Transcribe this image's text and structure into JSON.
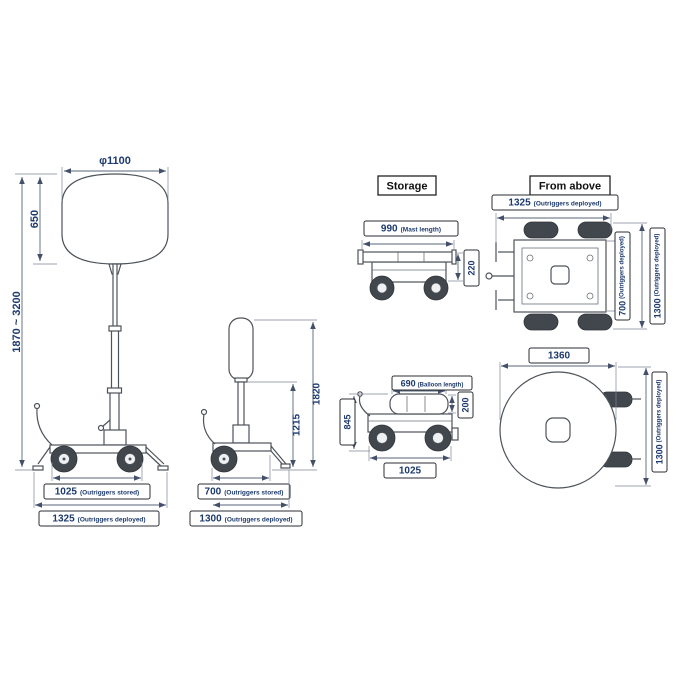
{
  "colors": {
    "dimension_text": "#1d3a6e",
    "drawing_line": "#4d535a",
    "wheel_fill": "#41474d",
    "title_text": "#111111",
    "background": "#ffffff"
  },
  "front_view": {
    "balloon_diameter": "φ1100",
    "balloon_height": "650",
    "overall_height": "1870 ~ 3200",
    "outriggers_stored": {
      "value": "1025",
      "note": "(Outriggers stored)"
    },
    "outriggers_deployed": {
      "value": "1325",
      "note": "(Outriggers deployed)"
    }
  },
  "side_view": {
    "mast_height": "1215",
    "overall_height": "1820",
    "outriggers_stored": {
      "value": "700",
      "note": "(Outriggers stored)"
    },
    "outriggers_deployed": {
      "value": "1300",
      "note": "(Outriggers deployed)"
    }
  },
  "storage_view": {
    "title": "Storage",
    "mast_length": {
      "value": "990",
      "note": "(Mast length)"
    },
    "stowed_mast_height": "220",
    "overall_height": "845",
    "balloon_length": {
      "value": "690",
      "note": "(Balloon length)"
    },
    "stowed_balloon_height": "200",
    "overall_length": "1025"
  },
  "above_view": {
    "title": "From above",
    "width_deployed": {
      "value": "1325",
      "note": "(Outriggers deployed)"
    },
    "track_width": {
      "value": "700",
      "note": "(Outriggers deployed)"
    },
    "length_deployed": {
      "value": "1300",
      "note": "(Outriggers deployed)"
    },
    "balloon_diameter": "1360",
    "length_deployed_balloon": {
      "value": "1300",
      "note": "(Outriggers deployed)"
    }
  }
}
